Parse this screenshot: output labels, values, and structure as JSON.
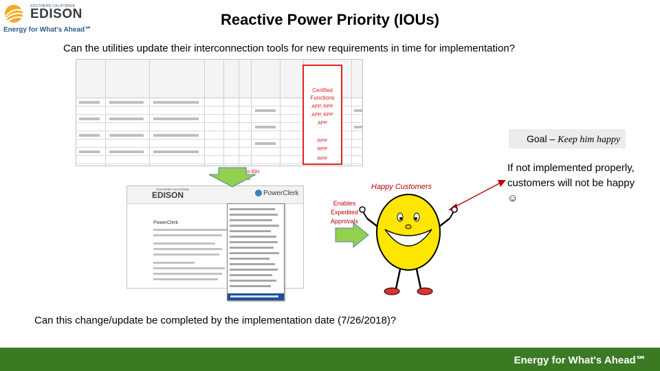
{
  "header": {
    "logo_small": "SOUTHERN CALIFORNIA",
    "logo_name": "EDISON",
    "logo_tagline": "Energy for What's Ahead℠",
    "title": "Reactive Power Priority (IOUs)",
    "subtitle": "Can the utilities update their interconnection tools for new requirements in time for implementation?"
  },
  "spreadsheet": {
    "highlight_header": "Certified Functions",
    "highlight_values": [
      "APP, RPP",
      "APP, RPP",
      "APP",
      "RPP",
      "RPP",
      "RPP"
    ]
  },
  "labels": {
    "input_to": "Input into IOU Tools",
    "happy_customers": "Happy Customers",
    "enables": "Enables Expedited Approvals"
  },
  "goal": {
    "prefix": "Goal – ",
    "emphasis": "Keep him happy",
    "note": "If not implemented properly, customers will not be happy ☺"
  },
  "portal": {
    "logo_small": "SOUTHERN CALIFORNIA",
    "logo_name": "EDISON",
    "product": "PowerClerk",
    "section_label": "PowerClerk"
  },
  "question": "Can this change/update be completed by the implementation date (7/26/2018)?",
  "footer": {
    "tagline": "Energy for What's Ahead℠"
  },
  "colors": {
    "footer_green": "#3a7a23",
    "accent_red": "#e02020",
    "arrow_green": "#92d050",
    "smiley_yellow": "#ffe600"
  }
}
